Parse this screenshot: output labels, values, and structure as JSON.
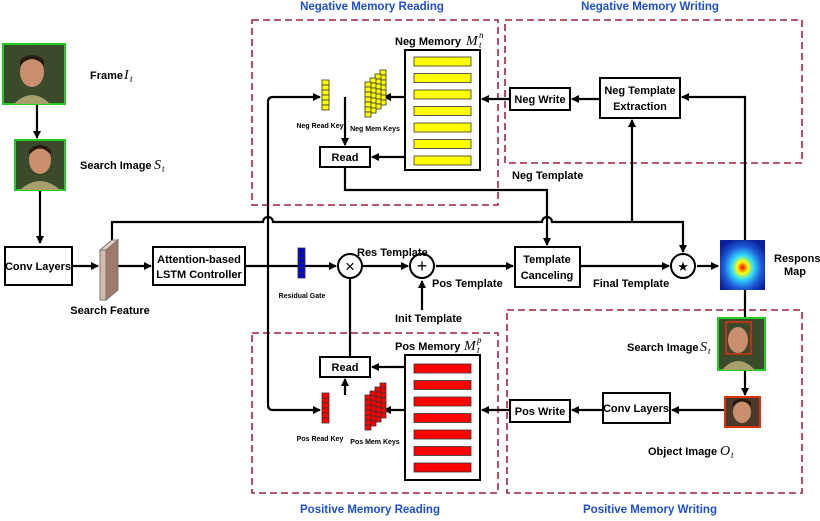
{
  "sections": {
    "neg_reading": "Negative Memory Reading",
    "neg_writing": "Negative Memory Writing",
    "pos_reading": "Positive Memory Reading",
    "pos_writing": "Positive Memory Writing"
  },
  "labels": {
    "frame": "Frame",
    "frame_sym": "I",
    "frame_sub": "t",
    "search_image": "Search Image",
    "search_sym": "S",
    "search_sub": "t",
    "search_image_right": "Search Image",
    "object_image": "Object Image",
    "object_sym": "O",
    "object_sub": "t",
    "search_feature": "Search Feature",
    "residual_gate": "Residual Gate",
    "res_template": "Res Template",
    "pos_template": "Pos Template",
    "init_template": "Init Template",
    "final_template": "Final Template",
    "neg_template": "Neg Template",
    "response_map_1": "Response",
    "response_map_2": "Map",
    "neg_memory": "Neg Memory",
    "neg_memory_sym": "M",
    "neg_memory_sup": "n",
    "neg_memory_sub": "t",
    "pos_memory": "Pos Memory",
    "pos_memory_sym": "M",
    "pos_memory_sup": "p",
    "pos_memory_sub": "t",
    "neg_read_key": "Neg Read Key",
    "neg_mem_keys": "Neg Mem Keys",
    "pos_read_key": "Pos Read Key",
    "pos_mem_keys": "Pos Mem Keys"
  },
  "boxes": {
    "conv_layers": "Conv Layers",
    "lstm_1": "Attention-based",
    "lstm_2": "LSTM Controller",
    "template_canceling_1": "Template",
    "template_canceling_2": "Canceling",
    "neg_read": "Read",
    "pos_read": "Read",
    "neg_write": "Neg Write",
    "pos_write": "Pos Write",
    "neg_extraction_1": "Neg Template",
    "neg_extraction_2": "Extraction",
    "conv_layers_right": "Conv Layers"
  },
  "operators": {
    "multiply": "×",
    "add": "+",
    "correlation": "★"
  },
  "colors": {
    "section_border": "#a3223f",
    "section_title": "#1f4fd6",
    "neg_memory_slot": "#ffff00",
    "pos_memory_slot": "#ff0000",
    "residual_gate": "#0000cc",
    "image_border": "#22cc22",
    "object_border": "#dd3311"
  }
}
